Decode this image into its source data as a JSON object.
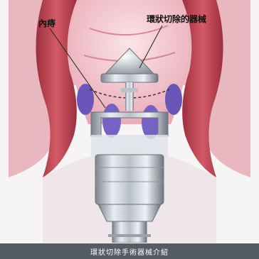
{
  "labels": {
    "left": "內痔",
    "right": "環狀切除的器械"
  },
  "caption": "環狀切除手術器械介紹",
  "colors": {
    "tissue_outer": "#b5404d",
    "tissue_mid": "#e07c86",
    "lumen_pink": "#f2c6cf",
    "hemorrhoid": "#6a55b8",
    "metal": "#c9ced6",
    "caption_bg": "#555c66"
  }
}
